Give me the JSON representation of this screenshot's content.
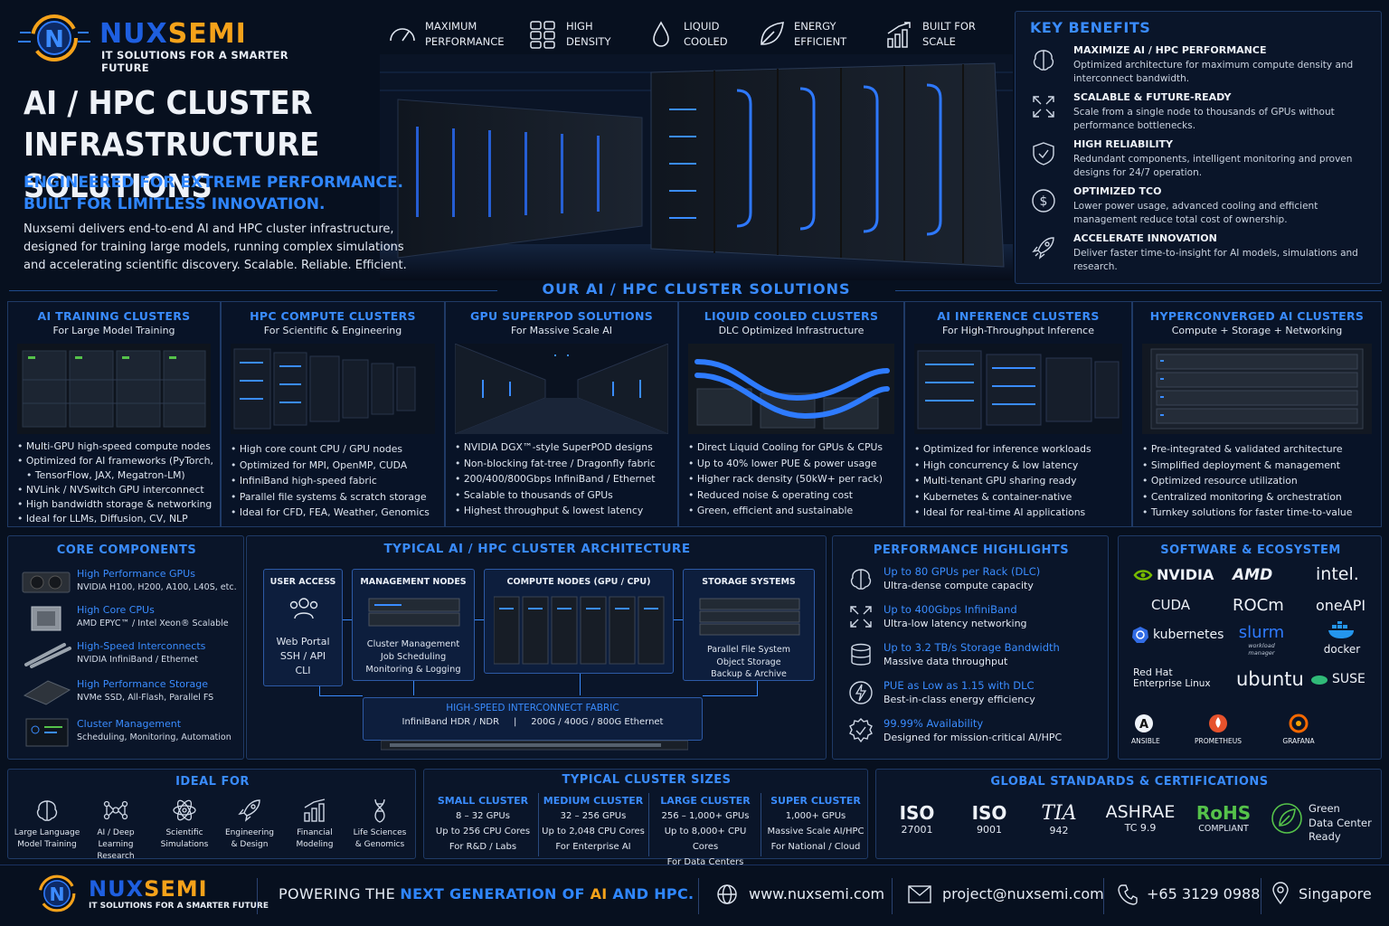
{
  "brand": {
    "name_a": "NUX",
    "name_b": "SEMI",
    "tagline": "IT SOLUTIONS FOR A SMARTER FUTURE"
  },
  "features": [
    {
      "icon": "speedometer-icon",
      "label": "MAXIMUM\nPERFORMANCE"
    },
    {
      "icon": "grid-icon",
      "label": "HIGH\nDENSITY"
    },
    {
      "icon": "water-drop-icon",
      "label": "LIQUID\nCOOLED"
    },
    {
      "icon": "leaf-icon",
      "label": "ENERGY\nEFFICIENT"
    },
    {
      "icon": "growth-chart-icon",
      "label": "BUILT FOR\nSCALE"
    }
  ],
  "hero": {
    "title_1": "AI / HPC CLUSTER",
    "title_2": "INFRASTRUCTURE SOLUTIONS",
    "sub_1": "ENGINEERED FOR EXTREME PERFORMANCE.",
    "sub_2": "BUILT FOR LIMITLESS INNOVATION.",
    "desc": "Nuxsemi delivers end-to-end AI and HPC cluster infrastructure, designed for training large models, running complex simulations and accelerating scientific discovery. Scalable. Reliable. Efficient."
  },
  "benefits": {
    "title": "KEY BENEFITS",
    "items": [
      {
        "icon": "brain-icon",
        "title": "MAXIMIZE AI / HPC PERFORMANCE",
        "desc": "Optimized architecture for maximum compute density and interconnect bandwidth."
      },
      {
        "icon": "expand-icon",
        "title": "SCALABLE & FUTURE-READY",
        "desc": "Scale from a single node to thousands of GPUs without performance bottlenecks."
      },
      {
        "icon": "shield-check-icon",
        "title": "HIGH RELIABILITY",
        "desc": "Redundant components, intelligent monitoring and proven designs for 24/7 operation."
      },
      {
        "icon": "dollar-icon",
        "title": "OPTIMIZED TCO",
        "desc": "Lower power usage, advanced cooling and efficient management reduce total cost of ownership."
      },
      {
        "icon": "rocket-icon",
        "title": "ACCELERATE INNOVATION",
        "desc": "Deliver faster time-to-insight for AI models, simulations and research."
      }
    ]
  },
  "solutions": {
    "title": "OUR AI / HPC CLUSTER SOLUTIONS",
    "items": [
      {
        "title": "AI TRAINING CLUSTERS",
        "sub": "For Large Model Training",
        "bullets": [
          "Multi-GPU high-speed compute nodes",
          "Optimized for AI frameworks (PyTorch,",
          "TensorFlow, JAX, Megatron-LM)",
          "NVLink / NVSwitch GPU interconnect",
          "High bandwidth storage & networking",
          "Ideal for LLMs, Diffusion, CV, NLP"
        ]
      },
      {
        "title": "HPC COMPUTE CLUSTERS",
        "sub": "For Scientific & Engineering",
        "bullets": [
          "High core count CPU / GPU nodes",
          "Optimized for MPI, OpenMP, CUDA",
          "InfiniBand high-speed fabric",
          "Parallel file systems & scratch storage",
          "Ideal for CFD, FEA, Weather, Genomics"
        ]
      },
      {
        "title": "GPU SUPERPOD SOLUTIONS",
        "sub": "For Massive Scale AI",
        "bullets": [
          "NVIDIA DGX™-style SuperPOD designs",
          "Non-blocking fat-tree / Dragonfly fabric",
          "200/400/800Gbps InfiniBand / Ethernet",
          "Scalable to thousands of GPUs",
          "Highest throughput & lowest latency"
        ]
      },
      {
        "title": "LIQUID COOLED CLUSTERS",
        "sub": "DLC Optimized Infrastructure",
        "bullets": [
          "Direct Liquid Cooling for GPUs & CPUs",
          "Up to 40% lower PUE & power usage",
          "Higher rack density (50kW+ per rack)",
          "Reduced noise & operating cost",
          "Green, efficient and sustainable"
        ]
      },
      {
        "title": "AI INFERENCE CLUSTERS",
        "sub": "For High-Throughput Inference",
        "bullets": [
          "Optimized for inference workloads",
          "High concurrency & low latency",
          "Multi-tenant GPU sharing ready",
          "Kubernetes & container-native",
          "Ideal for real-time AI applications"
        ]
      },
      {
        "title": "HYPERCONVERGED AI CLUSTERS",
        "sub": "Compute + Storage + Networking",
        "bullets": [
          "Pre-integrated & validated architecture",
          "Simplified deployment & management",
          "Optimized resource utilization",
          "Centralized monitoring & orchestration",
          "Turnkey solutions for faster time-to-value"
        ]
      }
    ]
  },
  "core": {
    "title": "CORE COMPONENTS",
    "items": [
      {
        "title": "High Performance GPUs",
        "desc": "NVIDIA H100, H200, A100, L40S, etc."
      },
      {
        "title": "High Core CPUs",
        "desc": "AMD EPYC™ / Intel Xeon® Scalable"
      },
      {
        "title": "High-Speed Interconnects",
        "desc": "NVIDIA InfiniBand / Ethernet"
      },
      {
        "title": "High Performance Storage",
        "desc": "NVMe SSD, All-Flash, Parallel FS"
      },
      {
        "title": "Cluster Management",
        "desc": "Scheduling, Monitoring, Automation"
      }
    ]
  },
  "arch": {
    "title": "TYPICAL AI / HPC CLUSTER ARCHITECTURE",
    "user": {
      "title": "USER ACCESS",
      "l1": "Web Portal",
      "l2": "SSH / API",
      "l3": "CLI"
    },
    "mgmt": {
      "title": "MANAGEMENT NODES",
      "l1": "Cluster Management",
      "l2": "Job Scheduling",
      "l3": "Monitoring & Logging"
    },
    "compute": {
      "title": "COMPUTE NODES (GPU / CPU)"
    },
    "storage": {
      "title": "STORAGE SYSTEMS",
      "l1": "Parallel File System",
      "l2": "Object Storage",
      "l3": "Backup & Archive"
    },
    "fabric": {
      "title": "HIGH-SPEED INTERCONNECT FABRIC",
      "l1": "InfiniBand HDR / NDR",
      "sep": "|",
      "l2": "200G / 400G / 800G Ethernet"
    }
  },
  "perf": {
    "title": "PERFORMANCE HIGHLIGHTS",
    "items": [
      {
        "icon": "brain-icon",
        "title": "Up to 80 GPUs per Rack (DLC)",
        "desc": "Ultra-dense compute capacity"
      },
      {
        "icon": "expand-icon",
        "title": "Up to 400Gbps InfiniBand",
        "desc": "Ultra-low latency networking"
      },
      {
        "icon": "database-icon",
        "title": "Up to 3.2 TB/s Storage Bandwidth",
        "desc": "Massive data throughput"
      },
      {
        "icon": "energy-icon",
        "title": "PUE as Low as 1.15 with DLC",
        "desc": "Best-in-class energy efficiency"
      },
      {
        "icon": "badge-check-icon",
        "title": "99.99% Availability",
        "desc": "Designed for mission-critical AI/HPC"
      }
    ]
  },
  "software": {
    "title": "SOFTWARE & ECOSYSTEM",
    "nvidia": "NVIDIA",
    "amd": "AMD",
    "intel": "intel.",
    "cuda": "CUDA",
    "rocm": "ROCm",
    "oneapi": "oneAPI",
    "kubernetes": "kubernetes",
    "slurm": "slurm",
    "slurm_sub": "workload manager",
    "docker": "docker",
    "redhat_1": "Red Hat",
    "redhat_2": "Enterprise Linux",
    "ubuntu": "ubuntu",
    "suse": "SUSE",
    "ansible": "ANSIBLE",
    "prometheus": "PROMETHEUS",
    "grafana": "GRAFANA"
  },
  "ideal": {
    "title": "IDEAL FOR",
    "items": [
      {
        "icon": "brain-icon",
        "l1": "Large Language",
        "l2": "Model Training"
      },
      {
        "icon": "neural-net-icon",
        "l1": "AI / Deep Learning",
        "l2": "Research"
      },
      {
        "icon": "atom-icon",
        "l1": "Scientific",
        "l2": "Simulations"
      },
      {
        "icon": "rocket-icon",
        "l1": "Engineering",
        "l2": "& Design"
      },
      {
        "icon": "bar-chart-icon",
        "l1": "Financial",
        "l2": "Modeling"
      },
      {
        "icon": "dna-icon",
        "l1": "Life Sciences",
        "l2": "& Genomics"
      }
    ]
  },
  "sizes": {
    "title": "TYPICAL CLUSTER SIZES",
    "items": [
      {
        "title": "SMALL CLUSTER",
        "l1": "8 – 32 GPUs",
        "l2": "Up to 256 CPU Cores",
        "l3": "For R&D / Labs"
      },
      {
        "title": "MEDIUM CLUSTER",
        "l1": "32 – 256 GPUs",
        "l2": "Up to 2,048 CPU Cores",
        "l3": "For Enterprise AI"
      },
      {
        "title": "LARGE CLUSTER",
        "l1": "256 – 1,000+ GPUs",
        "l2": "Up to 8,000+ CPU Cores",
        "l3": "For Data Centers"
      },
      {
        "title": "SUPER CLUSTER",
        "l1": "1,000+ GPUs",
        "l2": "Massive Scale AI/HPC",
        "l3": "For National / Cloud"
      }
    ]
  },
  "certs": {
    "title": "GLOBAL STANDARDS & CERTIFICATIONS",
    "iso1_a": "ISO",
    "iso1_b": "27001",
    "iso2_a": "ISO",
    "iso2_b": "9001",
    "tia_a": "TIA",
    "tia_b": "942",
    "ashrae_a": "ASHRAE",
    "ashrae_b": "TC 9.9",
    "rohs_a": "RoHS",
    "rohs_b": "COMPLIANT",
    "green_1": "Green",
    "green_2": "Data Center",
    "green_3": "Ready"
  },
  "footer": {
    "slogan_a": "POWERING THE ",
    "slogan_b": "NEXT GENERATION OF ",
    "slogan_c": "AI",
    "slogan_d": " AND HPC.",
    "website": "www.nuxsemi.com",
    "email": "project@nuxsemi.com",
    "phone": "+65 3129 0988",
    "location": "Singapore"
  },
  "colors": {
    "accent": "#3a8cff",
    "brand_blue": "#1e5fe0",
    "brand_orange": "#f5a21a",
    "green": "#55c24a"
  }
}
